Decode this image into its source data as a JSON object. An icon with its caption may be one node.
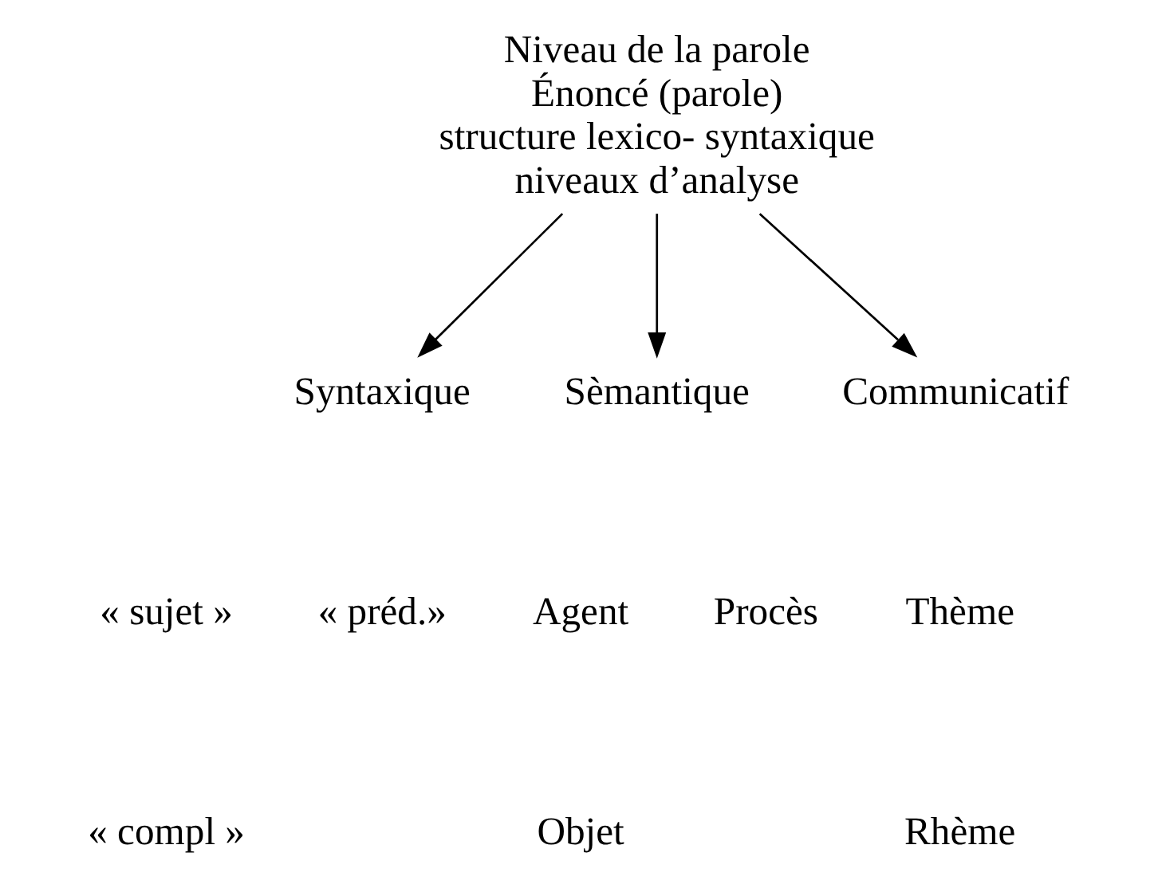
{
  "diagram": {
    "nodes": [
      {
        "text": [
          "Niveau de la parole",
          "Énoncé (parole)",
          "structure lexico- syntaxique",
          "niveaux d’analyse"
        ]
      },
      {
        "text": [
          "Syntaxique"
        ]
      },
      {
        "text": [
          "Sèmantique"
        ]
      },
      {
        "text": [
          "Communicatif"
        ]
      }
    ],
    "edges": [
      {
        "from": 0,
        "to": 1,
        "arrow": "to"
      },
      {
        "from": 0,
        "to": 2,
        "arrow": "to"
      },
      {
        "from": 0,
        "to": 3,
        "arrow": "to"
      }
    ],
    "labels": [
      "« sujet »",
      "« préd.»",
      "Agent",
      "Procès",
      "Thème",
      "« compl »",
      "Objet",
      "Rhème"
    ]
  }
}
